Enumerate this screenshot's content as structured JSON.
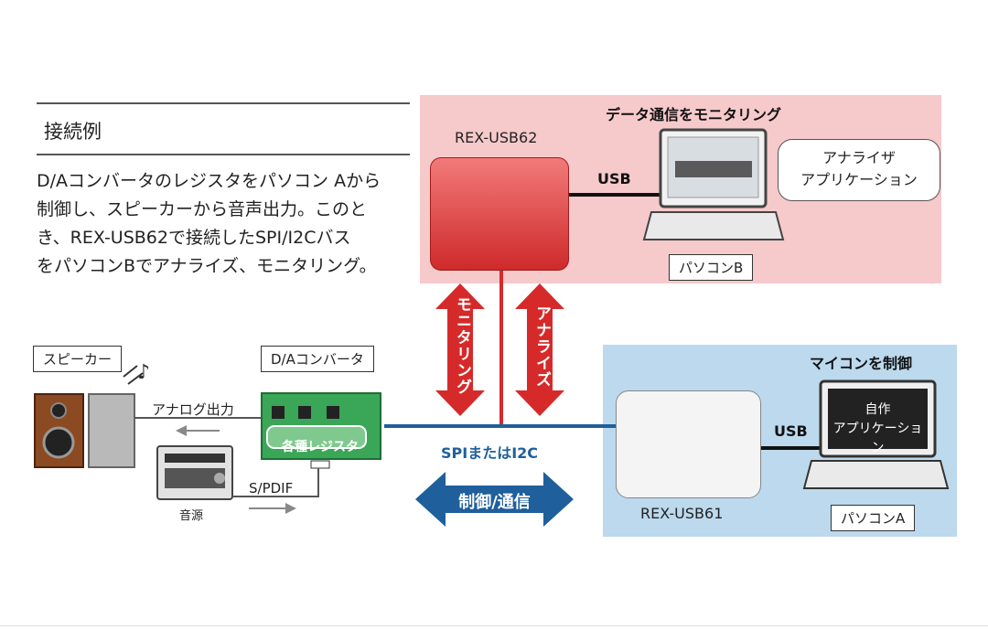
{
  "intro": {
    "title": "接続例",
    "lines": [
      "D/Aコンバータのレジスタをパソコン Aから",
      "制御し、スピーカーから音声出力。このと",
      "き、REX-USB62で接続したSPI/I2Cバス",
      "をパソコンBでアナライズ、モニタリング。"
    ]
  },
  "monitor_zone": {
    "heading": "データ通信をモニタリング",
    "device_label": "REX-USB62",
    "link_label": "USB",
    "bubble_lines": [
      "アナライザ",
      "アプリケーション"
    ],
    "pc_label": "パソコンB"
  },
  "control_zone": {
    "heading": "マイコンを制御",
    "device_label": "REX-USB61",
    "link_label": "USB",
    "screen_lines": [
      "自作",
      "アプリケーション"
    ],
    "pc_label": "パソコンA"
  },
  "center": {
    "arrow_monitoring": "モニタリング",
    "arrow_analyze": "アナライズ",
    "bus_label": "SPIまたはI2C",
    "control_arrow": "制御/通信"
  },
  "audio": {
    "speaker_label": "スピーカー",
    "dac_label": "D/Aコンバータ",
    "register_label": "各種レジスタ",
    "analog_label": "アナログ出力",
    "spdif_label": "S/PDIF",
    "source_label": "音源",
    "note_glyph": "♪"
  },
  "colors": {
    "pink_zone": "#f6c9cb",
    "blue_zone": "#bcd9ee",
    "red_accent": "#d62a2a",
    "blue_accent": "#1f5f9c",
    "board_green": "#3aa657"
  }
}
